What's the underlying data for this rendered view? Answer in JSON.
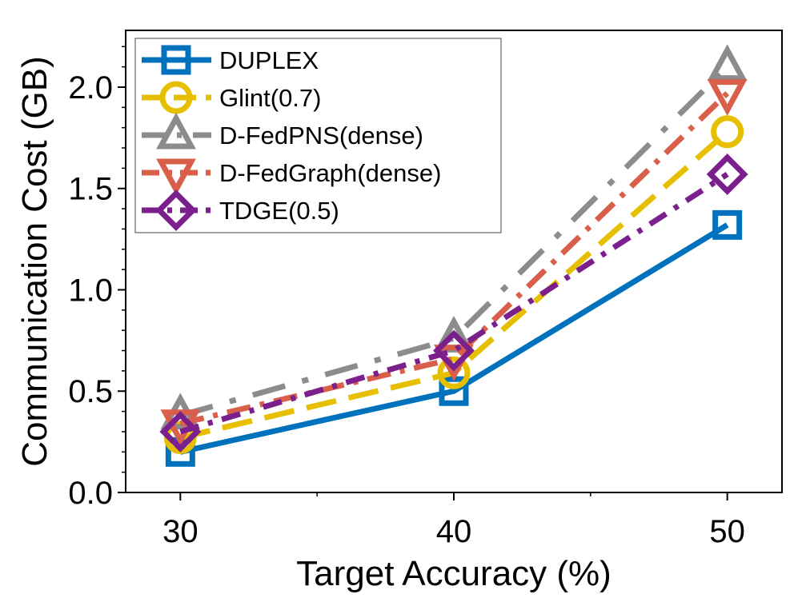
{
  "chart_data": {
    "type": "line",
    "title": "",
    "xlabel": "Target Accuracy (%)",
    "ylabel": "Communication Cost (GB)",
    "x": [
      30,
      40,
      50
    ],
    "xticks": [
      "30",
      "40",
      "50"
    ],
    "yticks": [
      "0.0",
      "0.5",
      "1.0",
      "1.5",
      "2.0"
    ],
    "xlim": [
      28,
      52
    ],
    "ylim": [
      0,
      2.28
    ],
    "grid": false,
    "legend_position": "top-left",
    "series": [
      {
        "name": "DUPLEX",
        "values": [
          0.2,
          0.5,
          1.32
        ],
        "color": "#0072bd",
        "marker": "square",
        "dash": "solid"
      },
      {
        "name": "Glint(0.7)",
        "values": [
          0.27,
          0.59,
          1.78
        ],
        "color": "#e6c000",
        "marker": "circle",
        "dash": "longdash"
      },
      {
        "name": "D-FedPNS(dense)",
        "values": [
          0.38,
          0.76,
          2.1
        ],
        "color": "#8c8c8c",
        "marker": "triangle-up",
        "dash": "dashdot-gap"
      },
      {
        "name": "D-FedGraph(dense)",
        "values": [
          0.34,
          0.66,
          1.97
        ],
        "color": "#d95f4b",
        "marker": "triangle-down",
        "dash": "dashdot"
      },
      {
        "name": "TDGE(0.5)",
        "values": [
          0.3,
          0.7,
          1.57
        ],
        "color": "#7b1f8c",
        "marker": "diamond",
        "dash": "dashdot-short"
      }
    ]
  }
}
